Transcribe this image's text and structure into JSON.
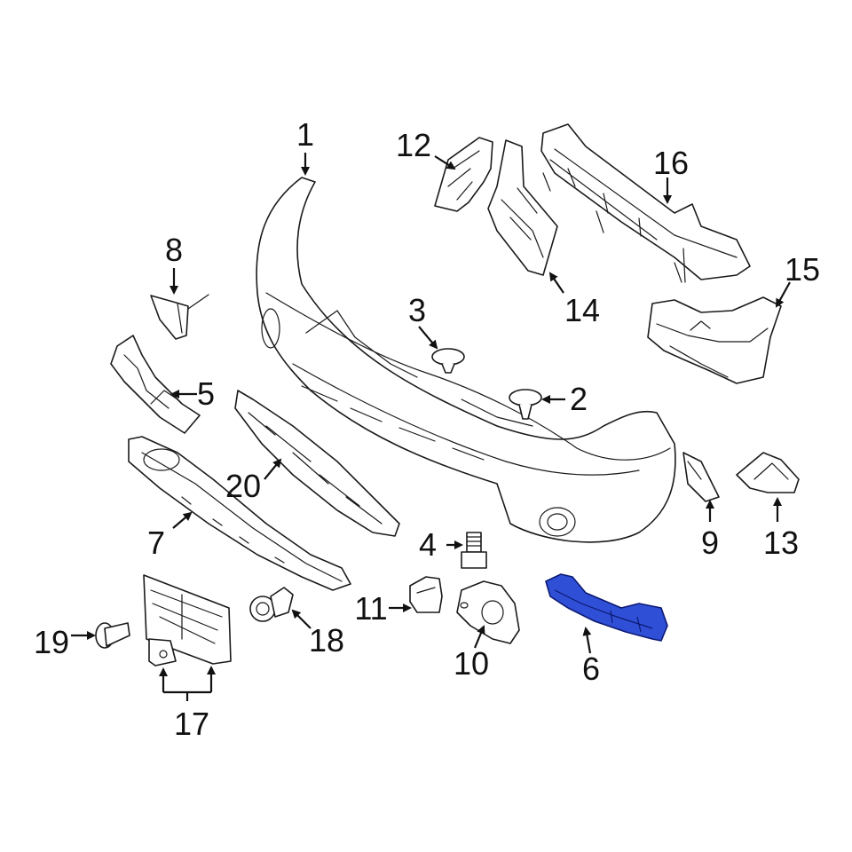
{
  "diagram": {
    "highlight_color": "#2f4fd6",
    "callouts": [
      "1",
      "2",
      "3",
      "4",
      "5",
      "6",
      "7",
      "8",
      "9",
      "10",
      "11",
      "12",
      "13",
      "14",
      "15",
      "16",
      "17",
      "18",
      "19",
      "20"
    ]
  }
}
